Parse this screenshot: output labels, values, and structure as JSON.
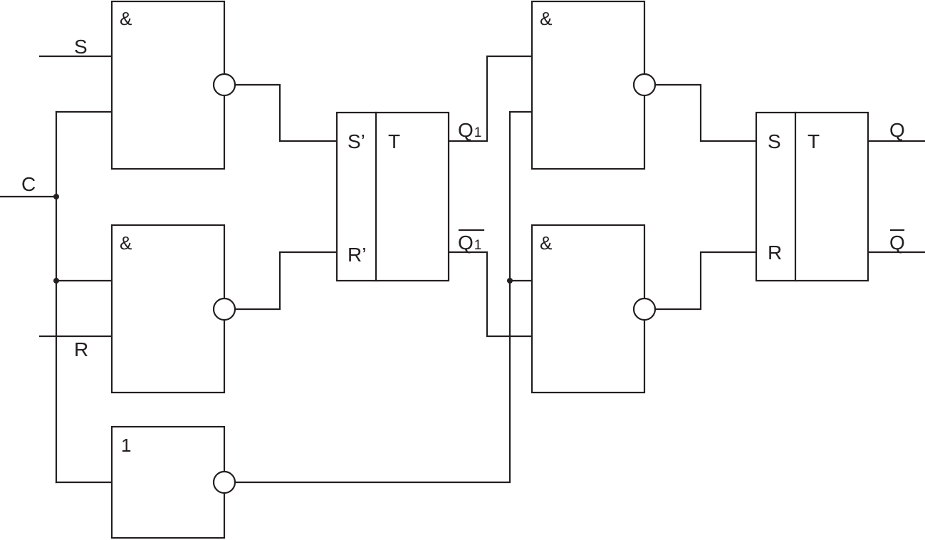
{
  "inputs": {
    "s": "S",
    "c": "C",
    "r": "R"
  },
  "gates": {
    "and_symbol": "&",
    "not_symbol": "1"
  },
  "master": {
    "s_pin": "S’",
    "r_pin": "R’",
    "t_label": "T",
    "q_main": "Q",
    "q_sub": "1",
    "qbar_main": "Q",
    "qbar_sub": "1"
  },
  "slave": {
    "s_pin": "S",
    "r_pin": "R",
    "t_label": "T",
    "q": "Q",
    "qbar": "Q"
  },
  "colors": {
    "line": "#231f20",
    "background": "#ffffff"
  }
}
